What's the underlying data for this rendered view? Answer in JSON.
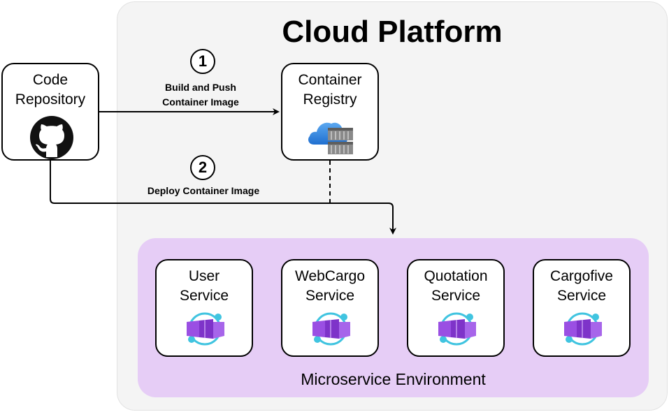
{
  "platform": {
    "title": "Cloud Platform"
  },
  "repository": {
    "label_line1": "Code",
    "label_line2": "Repository",
    "icon": "github-icon"
  },
  "registry": {
    "label_line1": "Container",
    "label_line2": "Registry",
    "icon": "container-registry-icon"
  },
  "steps": [
    {
      "number": "1",
      "label_line1": "Build and Push",
      "label_line2": "Container Image"
    },
    {
      "number": "2",
      "label_line1": "Deploy Container Image"
    }
  ],
  "environment": {
    "label": "Microservice Environment",
    "services": [
      {
        "line1": "User",
        "line2": "Service",
        "icon": "container-app-icon"
      },
      {
        "line1": "WebCargo",
        "line2": "Service",
        "icon": "container-app-icon"
      },
      {
        "line1": "Quotation",
        "line2": "Service",
        "icon": "container-app-icon"
      },
      {
        "line1": "Cargofive",
        "line2": "Service",
        "icon": "container-app-icon"
      }
    ]
  },
  "colors": {
    "platform_bg": "#f4f4f4",
    "environment_bg": "#e6cdf6",
    "app_purple": "#8b3fd6",
    "app_cyan": "#40c4e0",
    "cloud_blue": "#3b8fe0"
  }
}
